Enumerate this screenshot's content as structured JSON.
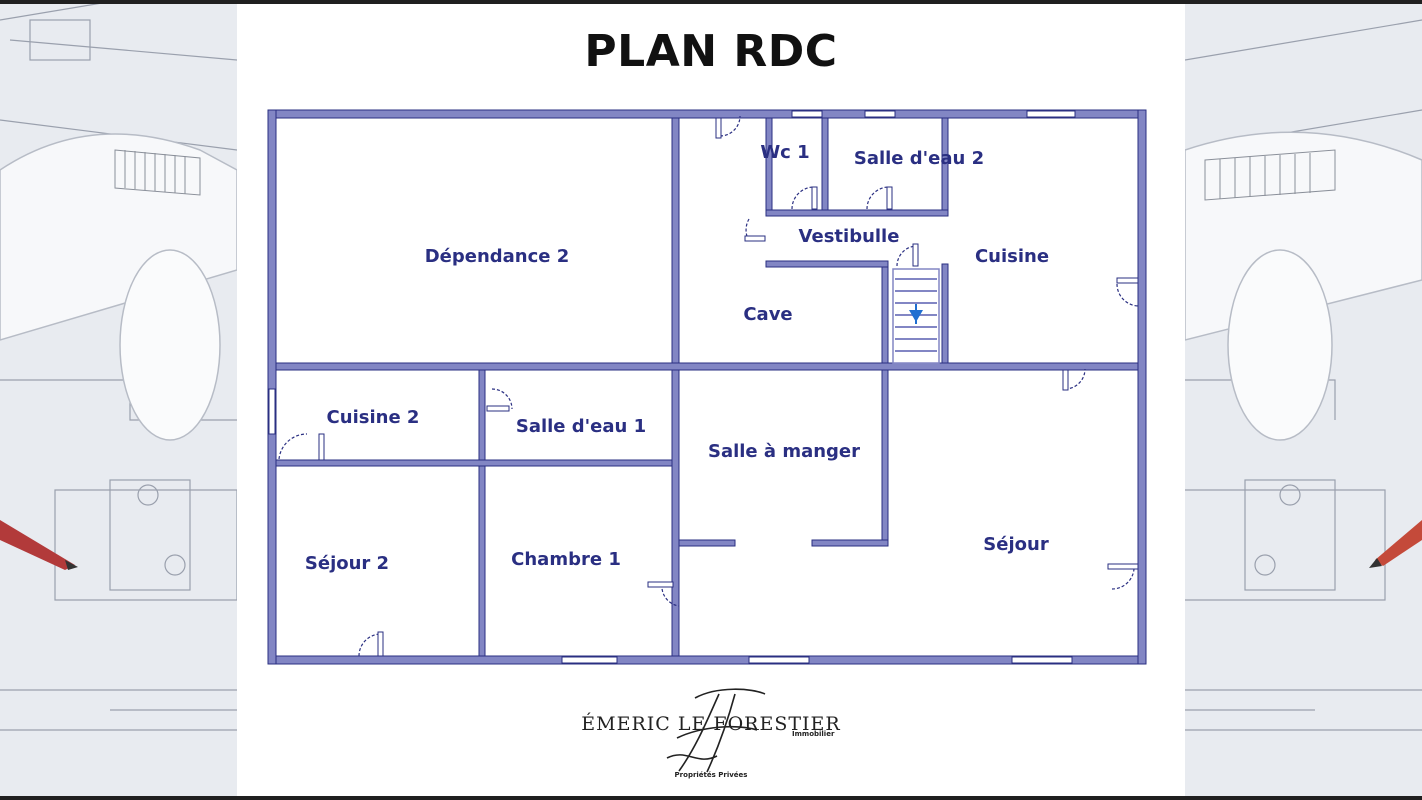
{
  "title": "PLAN RDC",
  "rooms": {
    "dependance2": "Dépendance 2",
    "wc1": "Wc 1",
    "salle_eau2": "Salle d'eau 2",
    "vestibulle": "Vestibulle",
    "cuisine": "Cuisine",
    "cave": "Cave",
    "cuisine2": "Cuisine 2",
    "salle_eau1": "Salle d'eau 1",
    "salle_manger": "Salle à manger",
    "sejour": "Séjour",
    "sejour2": "Séjour 2",
    "chambre1": "Chambre 1"
  },
  "logo": {
    "name": "ÉMERIC LE FORESTIER",
    "tagline": "Immobilier",
    "subtitle": "Propriétés Privées"
  },
  "colors": {
    "wall": "#8286c4",
    "wall_outline": "#2a2f82",
    "label": "#2a2f82",
    "stair_arrow": "#1f6fd1"
  }
}
